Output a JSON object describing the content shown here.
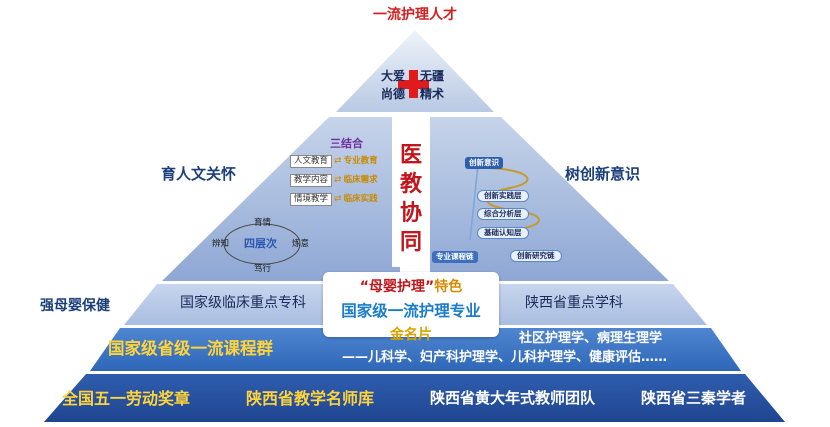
{
  "apex": {
    "title": "一流护理人才",
    "tl": "大爱",
    "tr": "无疆",
    "bl": "尚德",
    "br": "精术"
  },
  "left": {
    "label": "育人文关怀",
    "sanjiehe": "三结合",
    "pairs": [
      {
        "left": "人文教育",
        "right": "专业教育"
      },
      {
        "left": "教学内容",
        "right": "临床需求"
      },
      {
        "left": "情境教学",
        "right": "临床实践"
      }
    ],
    "cycle": {
      "top": "育情",
      "left": "辨知",
      "right": "炼意",
      "bottom": "笃行",
      "center": "四层次"
    }
  },
  "center_column": [
    "医",
    "教",
    "协",
    "同"
  ],
  "right": {
    "label": "树创新意识",
    "top_box": "创新意识",
    "pills": [
      "创新实践层",
      "综合分析层",
      "基础认知层"
    ],
    "bottom_left": "专业课程链",
    "bottom_right": "创新研究链"
  },
  "band1": {
    "left_label": "强母婴保健",
    "left": "国家级临床重点专科",
    "right": "陕西省重点学科"
  },
  "center_card": {
    "quote": "“母婴护理”",
    "feature": "特色",
    "line2": "国家级一流护理专业",
    "line3": "金名片"
  },
  "band2": {
    "left": "国家级省级一流课程群",
    "right1": "社区护理学、病理生理学",
    "right2": "——儿科学、妇产科护理学、儿科护理学、健康评估……"
  },
  "band3": {
    "items": [
      "全国五一劳动奖章",
      "陕西省教学名师库",
      "陕西省黄大年式教师团队",
      "陕西省三秦学者"
    ]
  }
}
